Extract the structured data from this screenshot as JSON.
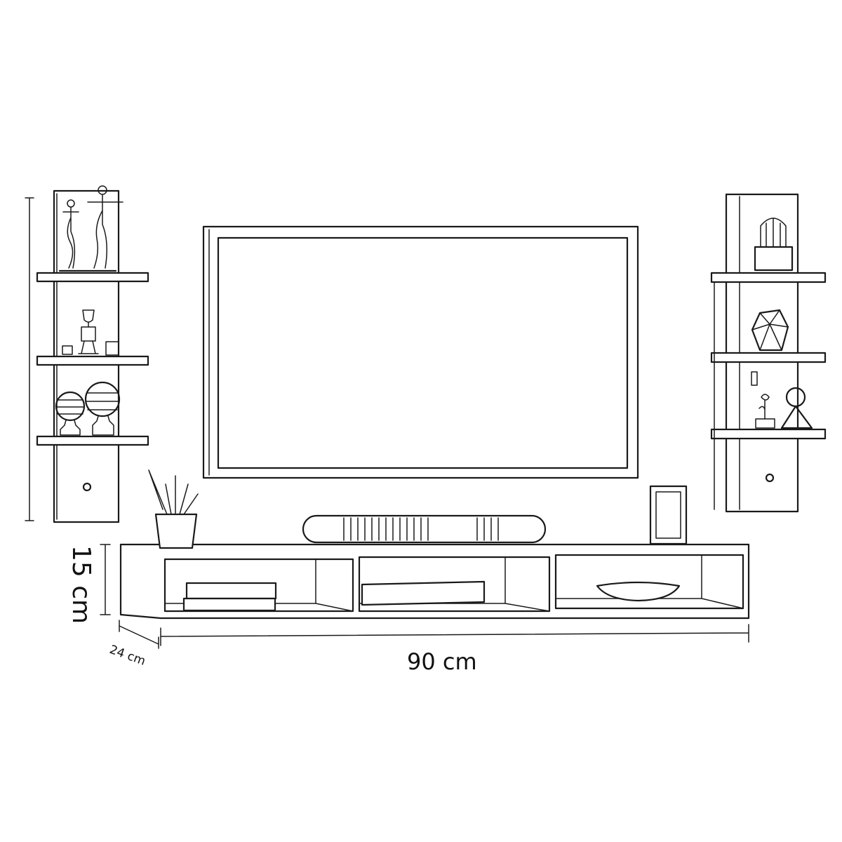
{
  "dimensions": {
    "width_label": "90 cm",
    "height_label": "15 cm",
    "depth_label": "24 cm"
  },
  "colors": {
    "line": "#1a1a1a",
    "background": "#ffffff"
  }
}
